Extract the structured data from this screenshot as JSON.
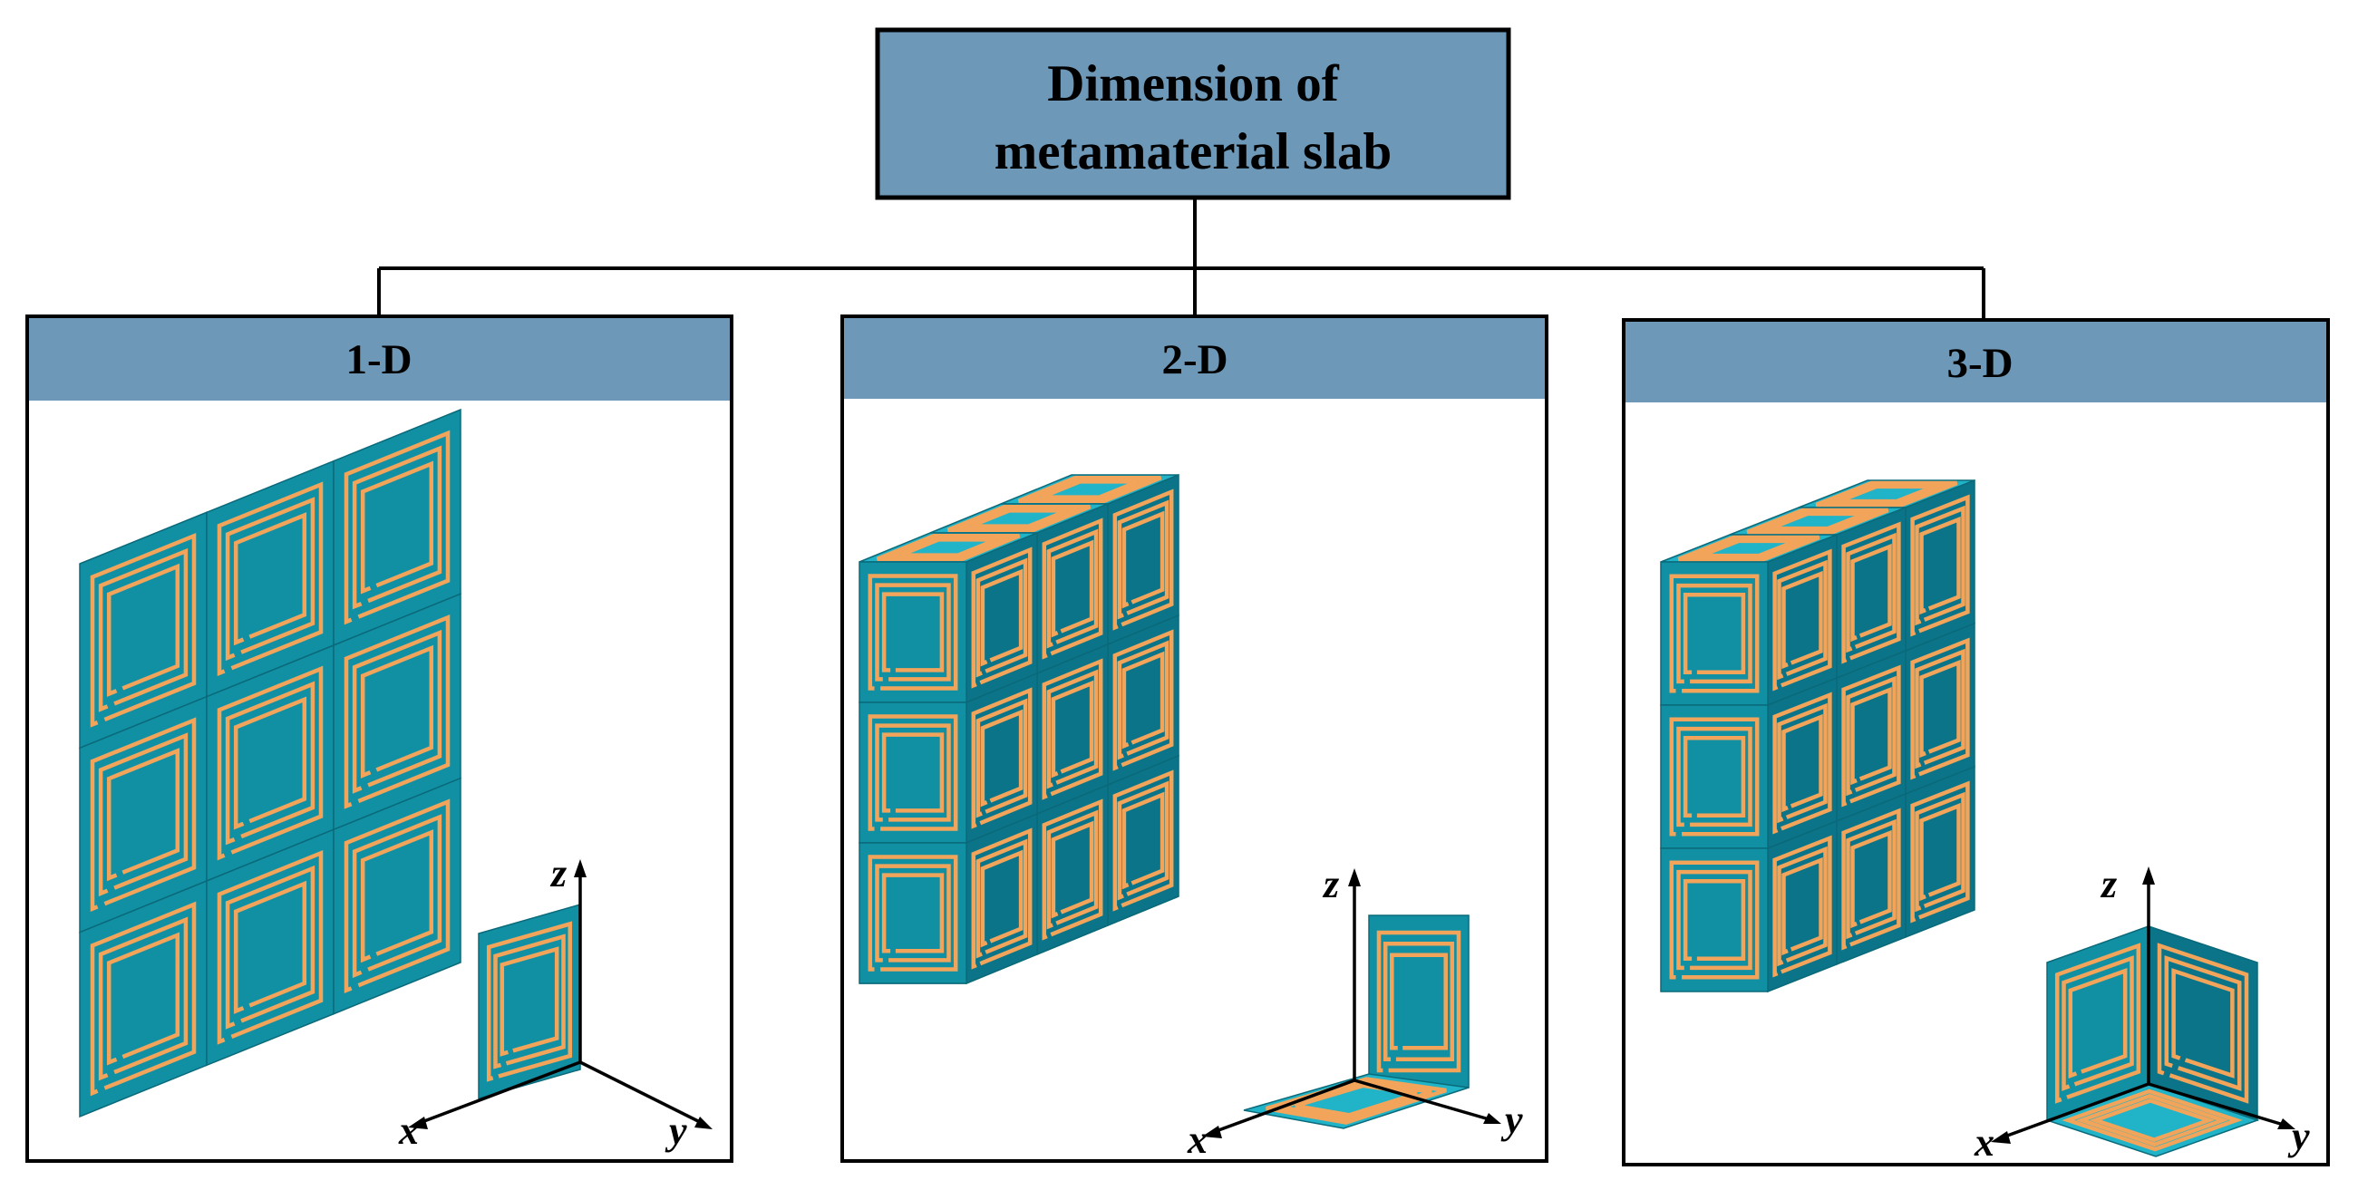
{
  "title_lines": [
    "Dimension of",
    "metamaterial slab"
  ],
  "panels": [
    {
      "label": "1-D"
    },
    {
      "label": "2-D"
    },
    {
      "label": "3-D"
    }
  ],
  "axes": {
    "x": "x",
    "y": "y",
    "z": "z"
  },
  "colors": {
    "header_fill": "#6d98b8",
    "cell_face": "#1190a4",
    "cell_face_inner": "#0a8499",
    "cell_top": "#21b3c8",
    "cell_side": "#0b7488",
    "ring": "#f2a55a",
    "line": "#000000"
  }
}
